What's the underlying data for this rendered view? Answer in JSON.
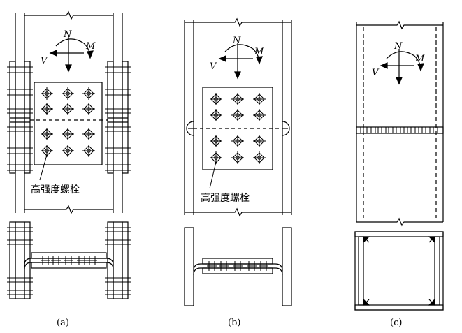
{
  "figures": [
    {
      "caption": "(a)",
      "labels": {
        "n": "N",
        "m": "M",
        "v": "V"
      },
      "callout": "高强度螺栓"
    },
    {
      "caption": "(b)",
      "labels": {
        "n": "N",
        "m": "M",
        "v": "V"
      },
      "callout": "高强度螺栓"
    },
    {
      "caption": "(c)",
      "labels": {
        "n": "N",
        "m": "M",
        "v": "V"
      }
    }
  ]
}
